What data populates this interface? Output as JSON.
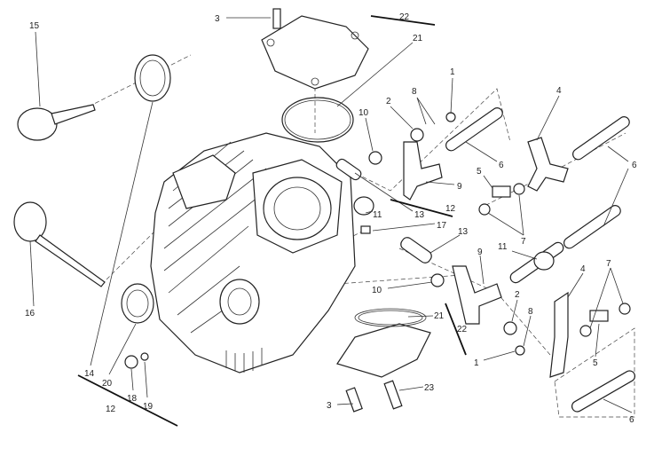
{
  "diagram": {
    "title": "Horizontal cylinder head exploded view",
    "labels": {
      "l3a": "3",
      "l22a": "22",
      "l21a": "21",
      "l15": "15",
      "l1a": "1",
      "l8a": "8",
      "l2a": "2",
      "l10a": "10",
      "l4a": "4",
      "l6a": "6",
      "l6b": "6",
      "l9a": "9",
      "l5a": "5",
      "l13a": "13",
      "l11a": "11",
      "l12a": "12",
      "l17": "17",
      "l13b": "13",
      "l7a": "7",
      "l11b": "11",
      "l9b": "9",
      "l4b": "4",
      "l7b": "7",
      "l16": "16",
      "l10b": "10",
      "l2b": "2",
      "l21b": "21",
      "l8b": "8",
      "l22b": "22",
      "l1b": "1",
      "l5b": "5",
      "l14": "14",
      "l20": "20",
      "l18": "18",
      "l19": "19",
      "l12b": "12",
      "l23": "23",
      "l3b": "3",
      "l6c": "6"
    }
  }
}
